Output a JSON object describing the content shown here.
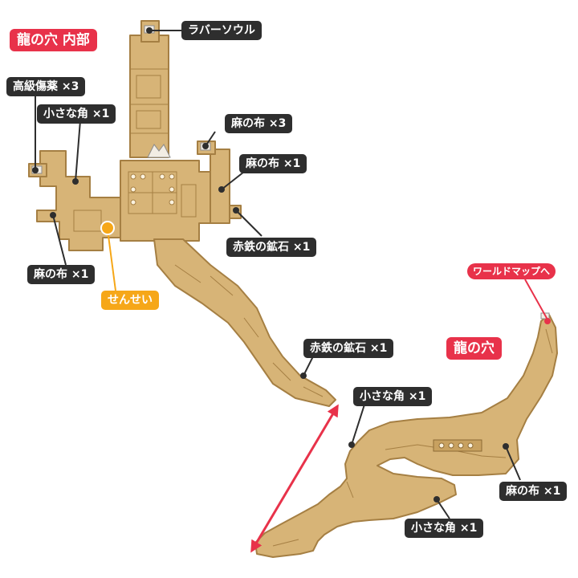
{
  "area_titles": {
    "inner": "龍の穴 内部",
    "outer": "龍の穴"
  },
  "exit_label": "ワールドマップへ",
  "npc_label": "せんせい",
  "items": [
    {
      "id": "lava-soul",
      "text": "ラバーソウル"
    },
    {
      "id": "high-potion",
      "text": "高級傷薬 ×3"
    },
    {
      "id": "small-horn-inner",
      "text": "小さな角 ×1"
    },
    {
      "id": "hemp-x3",
      "text": "麻の布 ×3"
    },
    {
      "id": "hemp-right-inner",
      "text": "麻の布 ×1"
    },
    {
      "id": "iron-ore-inner",
      "text": "赤鉄の鉱石 ×1"
    },
    {
      "id": "hemp-left-inner",
      "text": "麻の布 ×1"
    },
    {
      "id": "iron-ore-cave",
      "text": "赤鉄の鉱石 ×1"
    },
    {
      "id": "small-horn-cave-upper",
      "text": "小さな角 ×1"
    },
    {
      "id": "hemp-cave",
      "text": "麻の布 ×1"
    },
    {
      "id": "small-horn-cave-lower",
      "text": "小さな角 ×1"
    }
  ],
  "colors": {
    "floor": "#d7b477",
    "floor_edge": "#a57f43",
    "label_bg": "#2e2e2e",
    "title_red": "#e8324a",
    "sensei_orange": "#f6a718"
  },
  "icons": {
    "treasure": "treasure-chest-icon",
    "connection": "double-arrow-icon"
  }
}
